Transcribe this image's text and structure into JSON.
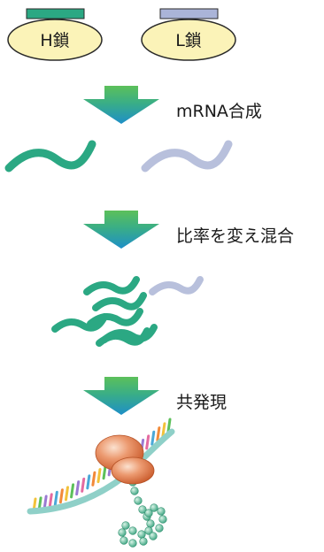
{
  "chains": {
    "heavy": {
      "label": "H鎖",
      "bar_color": "#2ba883"
    },
    "light": {
      "label": "L鎖",
      "bar_color": "#aab4d8"
    }
  },
  "steps": [
    {
      "label": "mRNA合成"
    },
    {
      "label": "比率を変え混合"
    },
    {
      "label": "共発現"
    }
  ],
  "colors": {
    "heavy_mrna": "#2ba883",
    "light_mrna": "#b8c0dc",
    "chain_fill": "#fbf3b8",
    "arrow_top": "#5cc05a",
    "arrow_bottom": "#1e8fc8",
    "ribosome": "#d9693c",
    "peptide_bead": "#76c9a8",
    "mrna_backbone": "#8fd0c8"
  },
  "icons": {
    "chain": "rounded-pill-with-bar",
    "arrow": "gradient-down-arrow",
    "ribosome": "ribosome-icon",
    "peptide": "bead-chain-icon"
  }
}
